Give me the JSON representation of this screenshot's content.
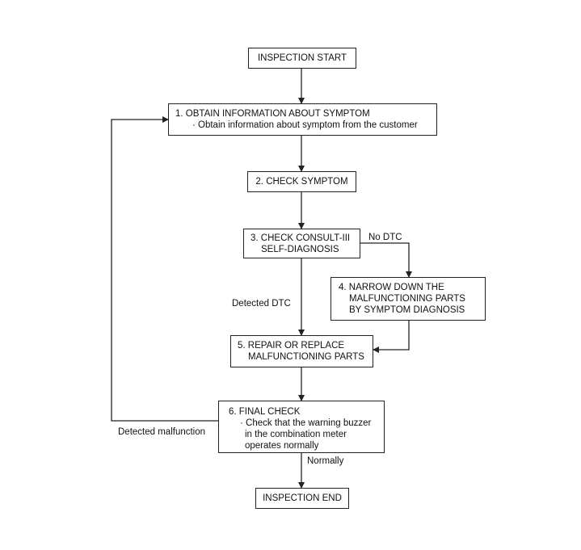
{
  "flowchart": {
    "start": "INSPECTION START",
    "step1": {
      "title": "1. OBTAIN INFORMATION ABOUT SYMPTOM",
      "detail": "· Obtain information about symptom from the customer"
    },
    "step2": "2. CHECK SYMPTOM",
    "step3": {
      "line1": "3. CHECK CONSULT-III",
      "line2": "SELF-DIAGNOSIS"
    },
    "step4": {
      "line1": "4. NARROW DOWN THE",
      "line2": "MALFUNCTIONING PARTS",
      "line3": "BY SYMPTOM DIAGNOSIS"
    },
    "step5": {
      "line1": "5. REPAIR OR REPLACE",
      "line2": "MALFUNCTIONING PARTS"
    },
    "step6": {
      "title": "6. FINAL CHECK",
      "detail1": "· Check that the warning buzzer",
      "detail2": "in the combination meter",
      "detail3": "operates normally"
    },
    "end": "INSPECTION END",
    "labels": {
      "no_dtc": "No DTC",
      "detected_dtc": "Detected DTC",
      "detected_malfunction": "Detected malfunction",
      "normally": "Normally"
    }
  }
}
